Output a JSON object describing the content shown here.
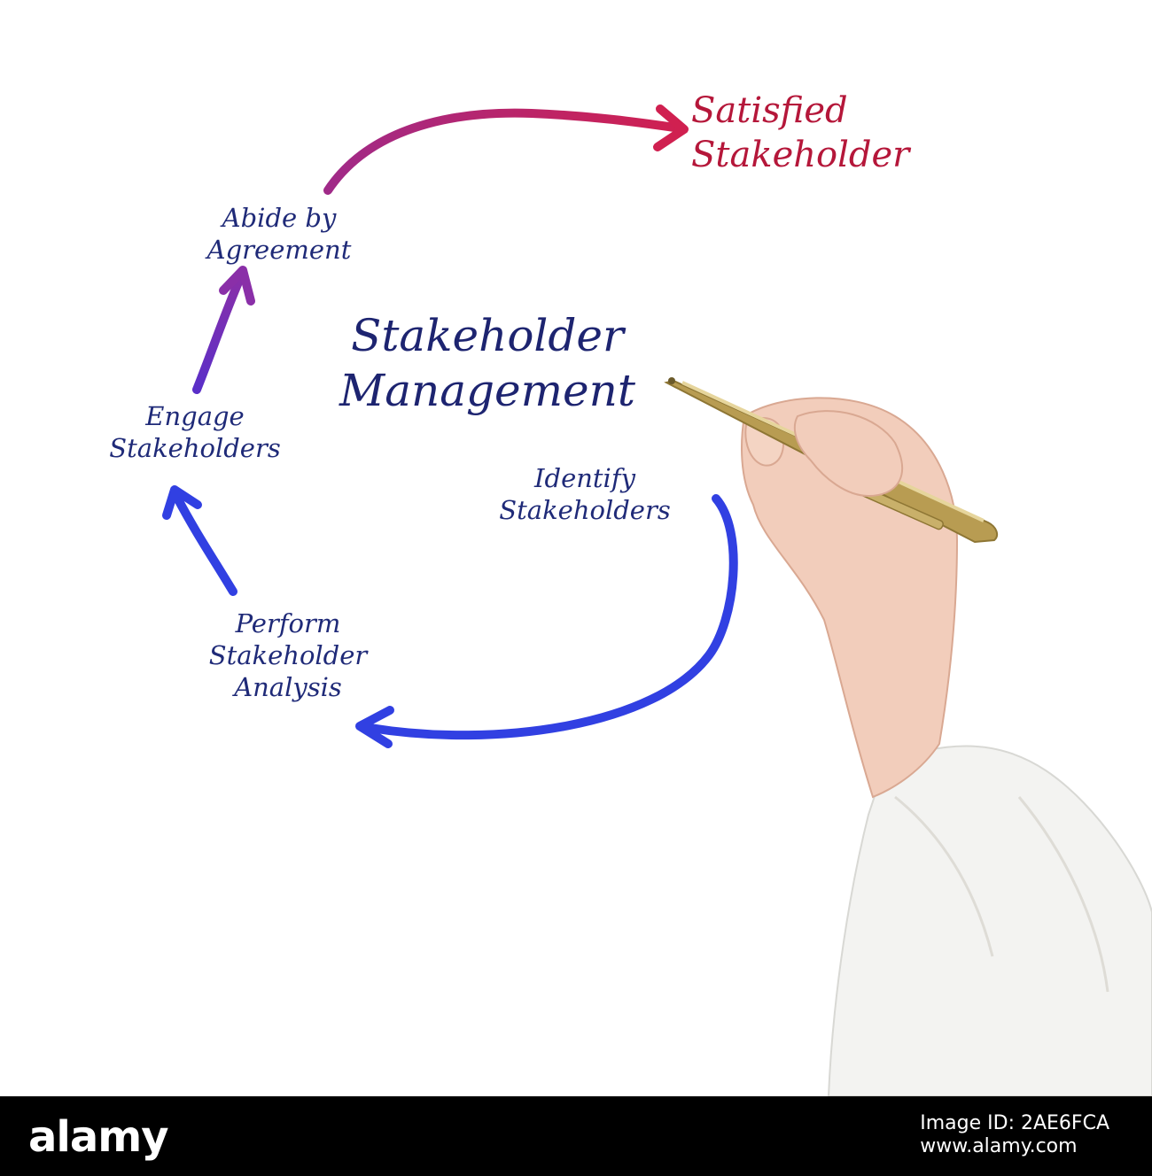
{
  "diagram": {
    "title": "Stakeholder\nManagement",
    "steps": [
      {
        "label": "Identify\nStakeholders"
      },
      {
        "label": "Perform\nStakeholder\nAnalysis"
      },
      {
        "label": "Engage\nStakeholders"
      },
      {
        "label": "Abide by\nAgreement"
      }
    ],
    "outcome": "Satisfied\nStakeholder",
    "colors": {
      "text": "#1f2a78",
      "outcome_text": "#b5173a",
      "arrow_blue": "#2f3fe0",
      "arrow_purple": "#6a2fb8",
      "arrow_crimson": "#c0255a"
    }
  },
  "footer": {
    "logo": "alamy",
    "image_id": "Image ID: 2AE6FCA",
    "url": "www.alamy.com"
  }
}
